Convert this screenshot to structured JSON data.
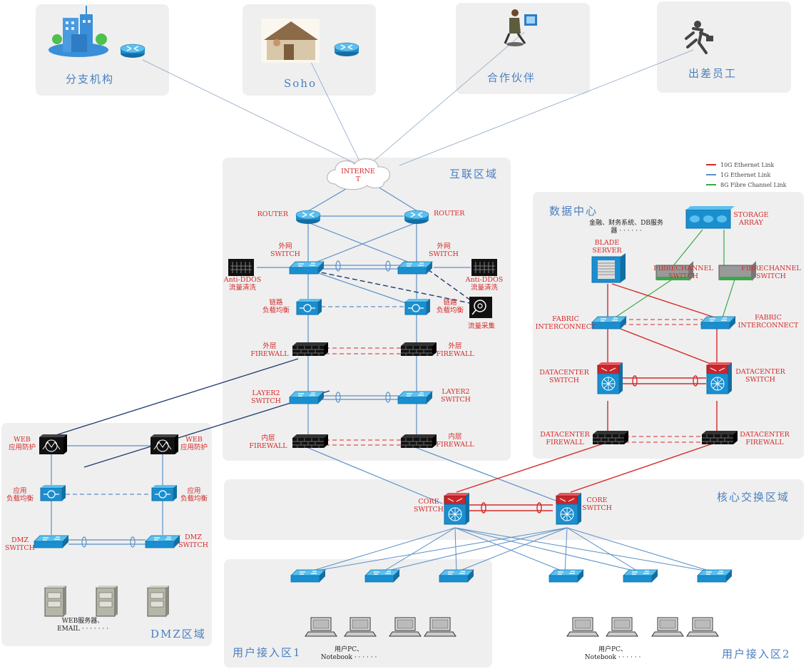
{
  "colors": {
    "link10g": "#d42a2a",
    "link1g": "#5b8fc7",
    "fibre8g": "#3aa84a",
    "zone_bg": "#efefef",
    "label_red": "#d42a2a",
    "zone_blue": "#4a7fbf",
    "device_blue": "#1a8fd0"
  },
  "remote": {
    "branch": "分支机构",
    "soho": "Soho",
    "partner": "合作伙伴",
    "travel": "出差员工"
  },
  "internet": "INTERNE\nT",
  "zones": {
    "interconnect": "互联区域",
    "datacenter": "数据中心",
    "core": "核心交换区域",
    "dmz": "DMZ区域",
    "access1": "用户接入区1",
    "access2": "用户接入区2"
  },
  "legend": [
    {
      "label": "10G Ethernet Link",
      "color": "#d42a2a"
    },
    {
      "label": "1G Ethernet Link",
      "color": "#5b8fc7"
    },
    {
      "label": "8G Fibre Channel Link",
      "color": "#3aa84a"
    }
  ],
  "interconnect": {
    "router_l": "ROUTER",
    "router_r": "ROUTER",
    "ext_switch_l": "外网\nSWITCH",
    "ext_switch_r": "外网\nSWITCH",
    "ddos_l": "Anti-DDOS\n流量清洗",
    "ddos_r": "Anti-DDOS\n流量清洗",
    "lb_l": "链路\n负载均衡",
    "lb_r": "链路\n负载均衡",
    "traffic": "流量采集",
    "outer_fw_l": "外层\nFIREWALL",
    "outer_fw_r": "外层\nFIREWALL",
    "l2_l": "LAYER2\nSWITCH",
    "l2_r": "LAYER2\nSWITCH",
    "inner_fw_l": "内层\nFIREWALL",
    "inner_fw_r": "内层\nFIREWALL"
  },
  "datacenter": {
    "apps": "金融、财务系统、DB服务\n器 · · · · · ·",
    "storage": "STORAGE\nARRAY",
    "blade": "BLADE\nSERVER",
    "fc_l": "FIBRECHANNEL\nSWITCH",
    "fc_r": "FIBRECHANNEL\nSWITCH",
    "fabric_l": "FABRIC\nINTERCONNECT",
    "fabric_r": "FABRIC\nINTERCONNECT",
    "dcsw_l": "DATACENTER\nSWITCH",
    "dcsw_r": "DATACENTER\nSWITCH",
    "dcfw_l": "DATACENTER\nFIREWALL",
    "dcfw_r": "DATACENTER\nFIREWALL"
  },
  "core": {
    "core_l": "CORE\nSWITCH",
    "core_r": "CORE\nSWITCH"
  },
  "dmz": {
    "waf_l": "WEB\n应用防护",
    "waf_r": "WEB\n应用防护",
    "alb_l": "应用\n负载均衡",
    "alb_r": "应用\n负载均衡",
    "sw_l": "DMZ\nSWITCH",
    "sw_r": "DMZ\nSWITCH",
    "servers": "WEB服务器、\nEMAIL · · · · · · ·"
  },
  "access": {
    "users1": "用户PC、\nNotebook · · · · · ·",
    "users2": "用户PC、\nNotebook · · · · · ·"
  }
}
